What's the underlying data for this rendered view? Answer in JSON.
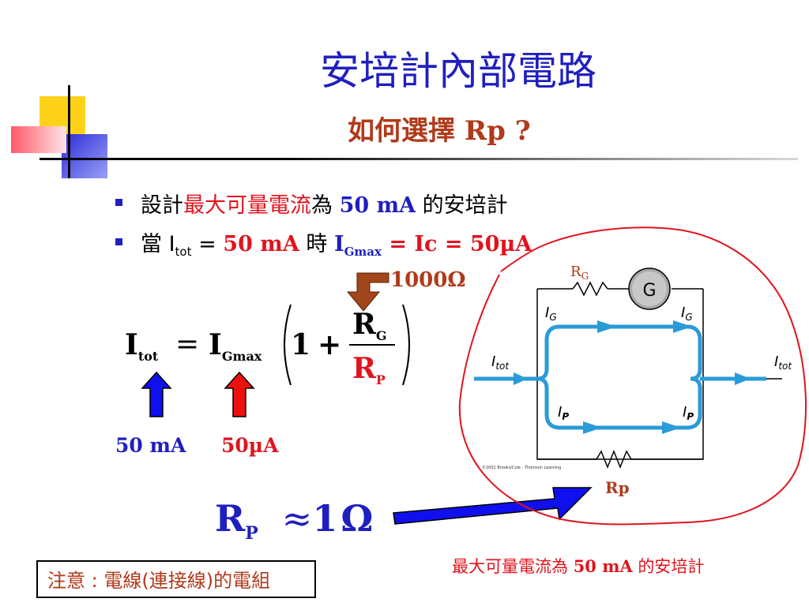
{
  "slide": {
    "title": "安培計內部電路",
    "subtitle": "如何選擇 Rp ?",
    "bullet1": {
      "prefix": "設計",
      "highlight": "最大可量電流",
      "mid": "為",
      "value": "50 mA",
      "suffix": " 的安培計"
    },
    "bullet2": {
      "prefix": "當 I",
      "sub_tot": "tot",
      "eq": " = ",
      "value": "50 mA",
      "mid": " 時 ",
      "ig": "I",
      "ig_sub": "Gmax",
      "rest": " = Ic = 50µA"
    },
    "resistance_label": "1000Ω",
    "formula": {
      "lhs": "I",
      "lhs_sub": "tot",
      "equals": "=",
      "ig": "I",
      "ig_sub": "Gmax",
      "one": "1",
      "plus": "+",
      "num": "R",
      "num_sub": "G",
      "den": "R",
      "den_sub": "P"
    },
    "label_50mA": "50 mA",
    "label_50uA": "50µA",
    "result": {
      "r": "R",
      "r_sub": "P",
      "approx": "≈",
      "value": "1",
      "unit": "Ω"
    },
    "note": "注意 : 電線(連接線)的電組",
    "bottom_caption_prefix": "最大可量電流為 ",
    "bottom_caption_value": "50 mA",
    "bottom_caption_suffix": " 的安培計"
  },
  "circuit": {
    "rg_label": "R",
    "rg_sub": "G",
    "galvanometer": "G",
    "ig_left": "I",
    "ig_left_sub": "G",
    "ig_right": "I",
    "ig_right_sub": "G",
    "itot_left": "I",
    "itot_left_sub": "tot",
    "itot_right": "I",
    "itot_right_sub": "tot",
    "ip_left": "I",
    "ip_left_sub": "P",
    "ip_right": "I",
    "ip_right_sub": "P",
    "rp_label": "Rp",
    "copyright": "©2001 Brooks/Cole - Thomson Learning"
  },
  "colors": {
    "title": "#1f1fbf",
    "subtitle": "#b03a1a",
    "red": "#e0141e",
    "blue": "#1f1fbf",
    "current": "#2a9bd8",
    "arrow_brown": "#a0461a"
  }
}
